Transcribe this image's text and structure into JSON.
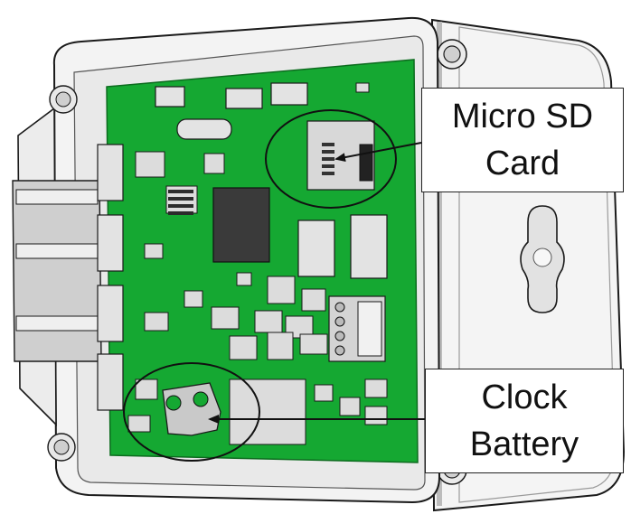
{
  "callouts": {
    "micro_sd": {
      "line1": "Micro SD",
      "line2": "Card"
    },
    "clock_battery": {
      "line1": "Clock",
      "line2": "Battery"
    }
  },
  "colors": {
    "pcb": "#15a832",
    "pcb_dark": "#0f8a27",
    "enclosure": "#f2f2f2",
    "enclosure_shadow": "#cfcfcf",
    "outline": "#1a1a1a",
    "chip": "#3a3a3a",
    "component": "#d9d9d9"
  },
  "icons": [
    "mounting-hole-icon",
    "keyhole-slot-icon",
    "arrow-icon"
  ]
}
